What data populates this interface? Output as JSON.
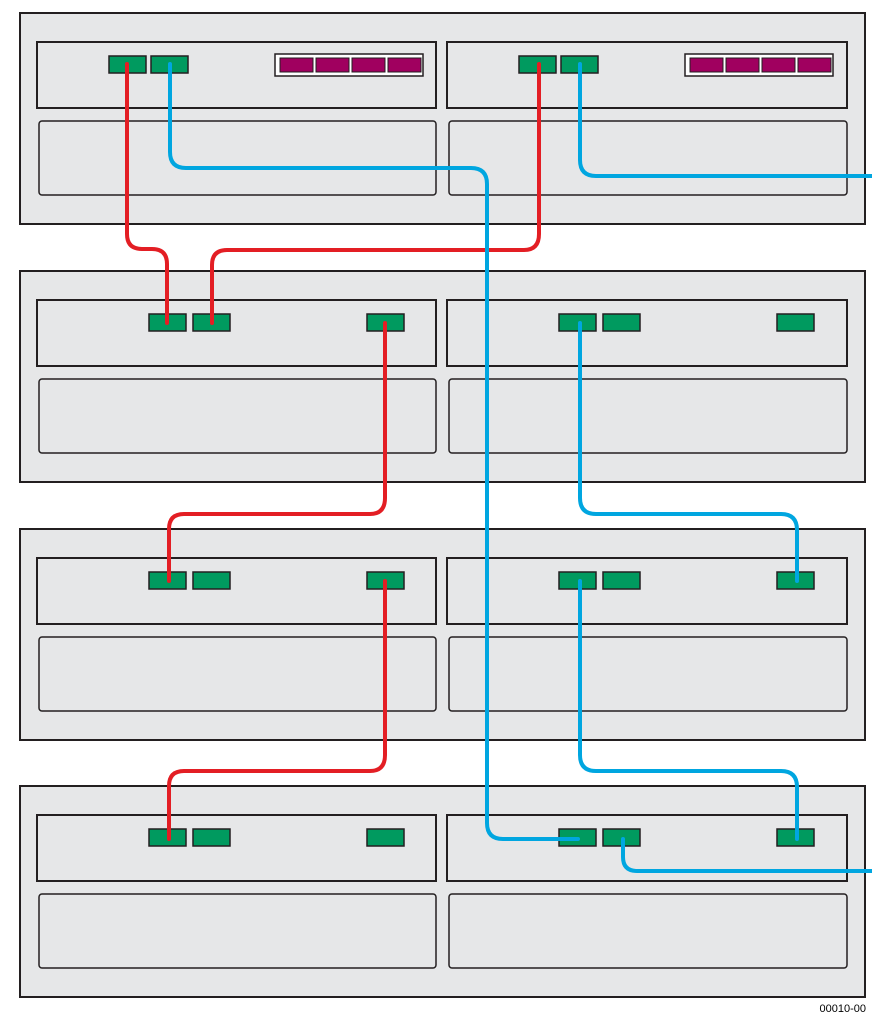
{
  "figure_id": "00010-00",
  "colors": {
    "shelf_fill": "#e6e7e8",
    "shelf_stroke": "#231f20",
    "port_fill": "#009a5f",
    "port_stroke": "#231f20",
    "controller_port_fill": "#a0005f",
    "red_cable": "#e31e24",
    "blue_cable": "#00a6e0"
  },
  "icons": {
    "sas_port": "green-rectangle",
    "controller_port_group": "magenta-rectangle-group"
  },
  "shelves": [
    {
      "name": "controller-shelf",
      "modules": [
        {
          "name": "controller-a",
          "ports": 2,
          "has_host_ports": true
        },
        {
          "name": "controller-b",
          "ports": 2,
          "has_host_ports": true
        }
      ]
    },
    {
      "name": "drive-shelf-1",
      "modules": [
        {
          "name": "iom-a",
          "ports": 3
        },
        {
          "name": "iom-b",
          "ports": 3
        }
      ]
    },
    {
      "name": "drive-shelf-2",
      "modules": [
        {
          "name": "iom-a",
          "ports": 3
        },
        {
          "name": "iom-b",
          "ports": 3
        }
      ]
    },
    {
      "name": "drive-shelf-3",
      "modules": [
        {
          "name": "iom-a",
          "ports": 3
        },
        {
          "name": "iom-b",
          "ports": 3
        }
      ]
    }
  ],
  "cables": [
    {
      "name": "red-cable-ctrl-a-to-shelf1",
      "color": "red"
    },
    {
      "name": "red-cable-ctrl-b-to-shelf1",
      "color": "red"
    },
    {
      "name": "red-cable-shelf1-to-shelf2",
      "color": "red"
    },
    {
      "name": "red-cable-shelf2-to-shelf3",
      "color": "red"
    },
    {
      "name": "blue-cable-ctrl-a-to-shelf3",
      "color": "blue"
    },
    {
      "name": "blue-cable-ctrl-b-exit",
      "color": "blue"
    },
    {
      "name": "blue-cable-shelf1-to-shelf2",
      "color": "blue"
    },
    {
      "name": "blue-cable-shelf2-to-shelf3",
      "color": "blue"
    },
    {
      "name": "blue-cable-shelf3-exit",
      "color": "blue"
    }
  ]
}
